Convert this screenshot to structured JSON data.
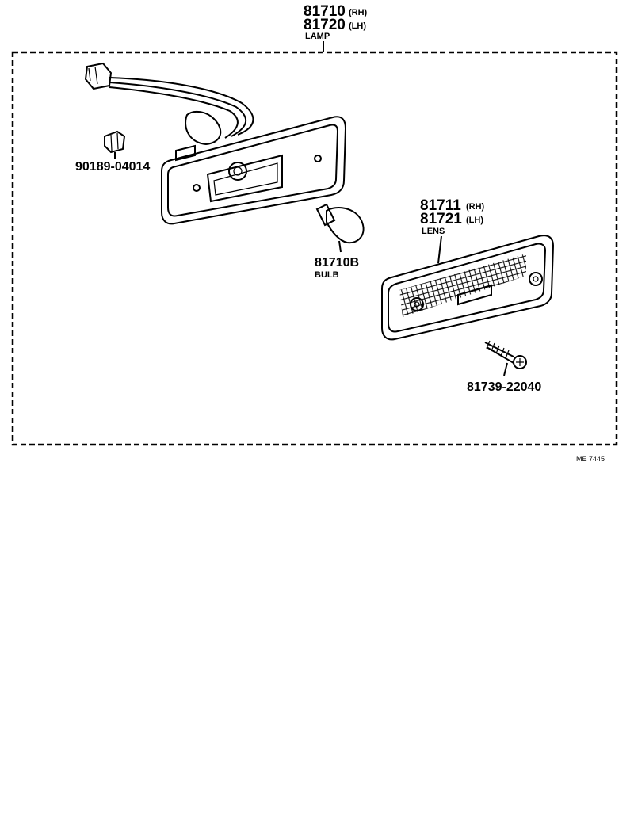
{
  "diagram": {
    "callouts": {
      "lamp": {
        "part_rh": "81710",
        "side_rh": "(RH)",
        "part_lh": "81720",
        "side_lh": "(LH)",
        "name": "LAMP"
      },
      "socket": {
        "part": "90189-04014"
      },
      "bulb": {
        "part": "81710B",
        "name": "BULB"
      },
      "lens": {
        "part_rh": "81711",
        "side_rh": "(RH)",
        "part_lh": "81721",
        "side_lh": "(LH)",
        "name": "LENS"
      },
      "screw": {
        "part": "81739-22040"
      }
    },
    "reference_code": "ME 7445"
  }
}
